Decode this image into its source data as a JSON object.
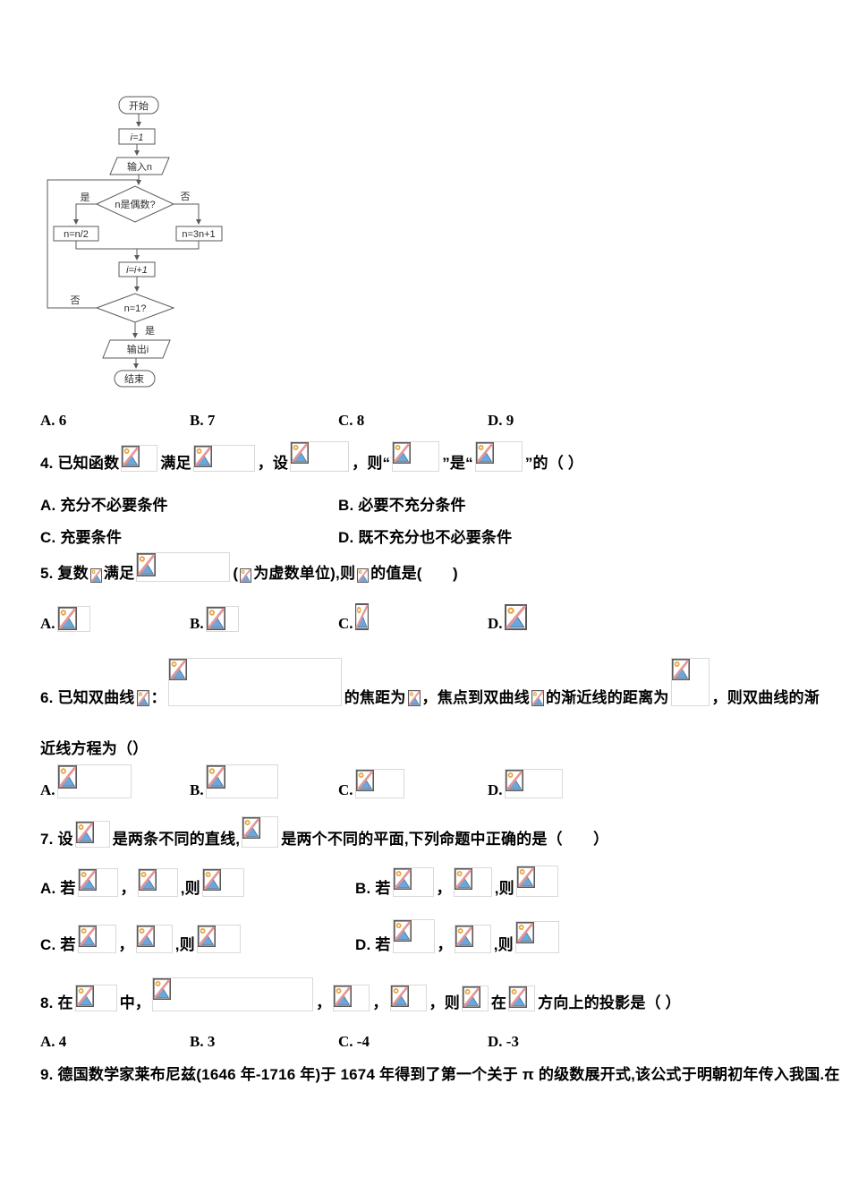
{
  "flowchart": {
    "start": "开始",
    "init": "i=1",
    "input": "输入n",
    "decision1": "n是偶数?",
    "yes1": "是",
    "no1": "否",
    "branch_even": "n=n/2",
    "branch_odd": "n=3n+1",
    "increment": "i=i+1",
    "decision2": "n=1?",
    "no2": "否",
    "yes2": "是",
    "output": "输出i",
    "end": "结束"
  },
  "q3": {
    "options": [
      "A. 6",
      "B. 7",
      "C. 8",
      "D. 9"
    ]
  },
  "q4": {
    "seg": [
      "4. 已知函数",
      "满足",
      "，设",
      "，则“",
      "”是“",
      "”的（  ）"
    ],
    "options": [
      "A. 充分不必要条件",
      "B. 必要不充分条件",
      "C. 充要条件",
      "D. 既不充分也不必要条件"
    ]
  },
  "q5": {
    "seg": [
      "5. 复数",
      "满足",
      "(",
      "为虚数单位),则",
      "的值是(　　)"
    ],
    "option_labels": [
      "A.",
      "B.",
      "C.",
      "D."
    ]
  },
  "q6": {
    "seg": [
      "6. 已知双曲线",
      "：",
      "的焦距为",
      "，焦点到双曲线",
      "的渐近线的距离为",
      "，则双曲线的渐"
    ],
    "line2": "近线方程为（）",
    "option_labels": [
      "A.",
      "B.",
      "C.",
      "D."
    ]
  },
  "q7": {
    "seg": [
      "7. 设",
      "是两条不同的直线,",
      "是两个不同的平面,下列命题中正确的是（　　）"
    ],
    "option_pre": [
      "A. 若",
      "B. 若",
      "C. 若",
      "D. 若"
    ],
    "sep1": "，",
    "sep2": ",则"
  },
  "q8": {
    "seg": [
      "8. 在",
      "中，",
      "，",
      "，",
      "，则",
      "在",
      "方向上的投影是（ ）"
    ],
    "options": [
      "A. 4",
      "B. 3",
      "C. -4",
      "D. -3"
    ]
  },
  "q9": {
    "text": "9. 德国数学家莱布尼兹(1646 年-1716 年)于 1674 年得到了第一个关于 π 的级数展开式,该公式于明朝初年传入我国.在"
  },
  "placeholder": {
    "meaning": "broken-formula-image",
    "colors": {
      "box_border": "#d9d9d9",
      "icon_border": "#595959",
      "mountain": "#6aa7dc",
      "sun": "#e8a33d",
      "slash": "#e59595"
    }
  }
}
